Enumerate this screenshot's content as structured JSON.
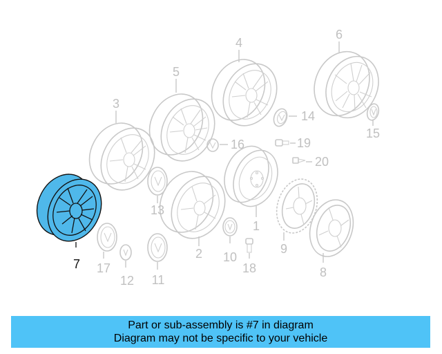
{
  "colors": {
    "highlight": "#4fb8ea",
    "caption_bg": "#4fc3f7",
    "ghost": "#c8c8c8"
  },
  "callouts": {
    "n1": "1",
    "n2": "2",
    "n3": "3",
    "n4": "4",
    "n5": "5",
    "n6": "6",
    "n7": "7",
    "n8": "8",
    "n9": "9",
    "n10": "10",
    "n11": "11",
    "n12": "12",
    "n13": "13",
    "n14": "14",
    "n15": "15",
    "n16": "16",
    "n17": "17",
    "n18": "18",
    "n19": "19",
    "n20": "20"
  },
  "highlighted_part": "7",
  "caption": {
    "line1": "Part or sub-assembly is #7 in diagram",
    "line2": "Diagram may not be specific to your vehicle"
  }
}
